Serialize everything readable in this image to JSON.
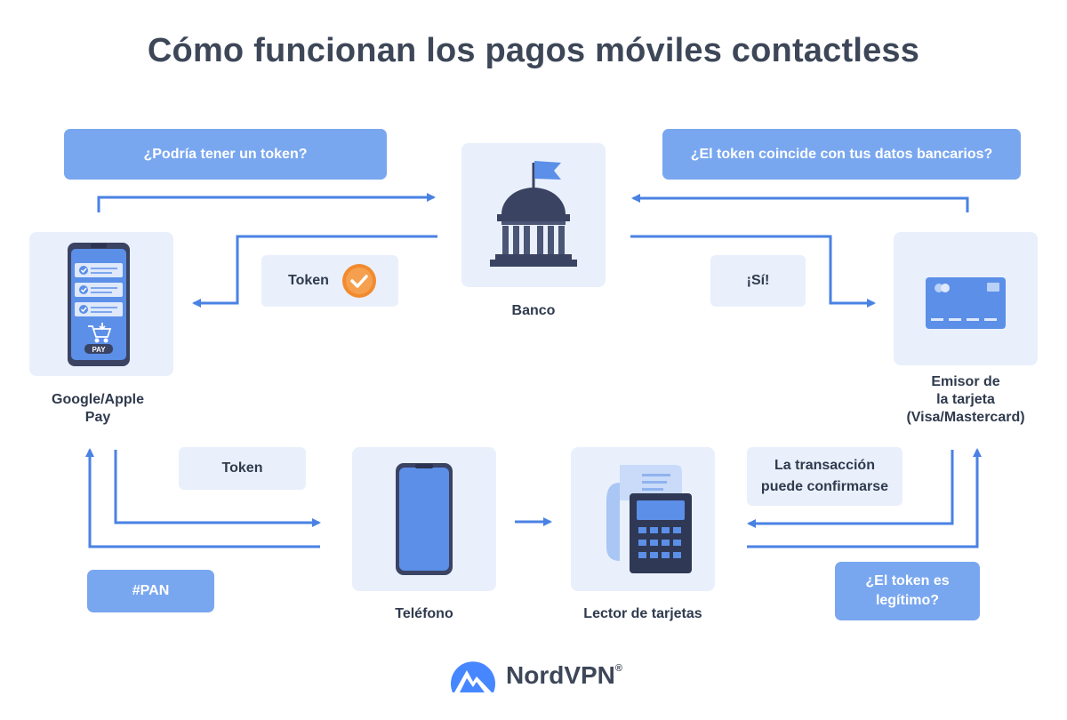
{
  "title": "Cómo funcionan los pagos móviles contactless",
  "nodes": {
    "bank": "Banco",
    "wallet": "Google/Apple\nPay",
    "issuer": "Emisor de\nla tarjeta\n(Visa/Mastercard)",
    "phone": "Teléfono",
    "reader": "Lector de tarjetas"
  },
  "wallet_icon": {
    "pay_label": "PAY"
  },
  "messages": {
    "ask_token": "¿Podría tener un token?",
    "token_match": "¿El token coincide con tus datos bancarios?",
    "token_reply": "Token",
    "yes": "¡Sí!",
    "token_to_phone": "Token",
    "pan": "#PAN",
    "confirm": "La transacción\npuede confirmarse",
    "legit": "¿El token es\nlegítimo?"
  },
  "brand": {
    "name": "NordVPN",
    "mark": "®"
  },
  "colors": {
    "arrow": "#4a82e3",
    "bubble_dark": "#79a7ef",
    "panel": "#e9f0fc",
    "title": "#3d4758",
    "check": "#f28a2e"
  }
}
